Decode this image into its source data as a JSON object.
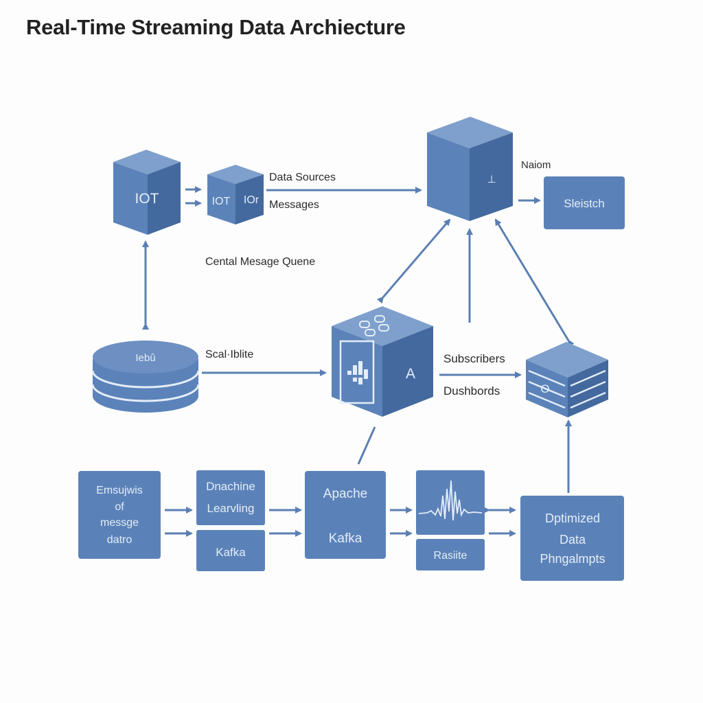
{
  "title": "Real-Time Streaming Data Archiecture",
  "colors": {
    "box": "#5b82b8",
    "box_border": "#4a6fa2",
    "cube_front": "#5b83b9",
    "cube_top": "#7fa0cc",
    "cube_side": "#44699f",
    "arrow": "#5b7fb2",
    "box_text": "#e4edf8",
    "label_text": "#2a2a2a",
    "background": "#fdfdfd"
  },
  "cubes": {
    "iot_large": "IOT",
    "iot_small_left": "IOT",
    "iot_small_right": "IOr",
    "central": "⊥",
    "processor": "A"
  },
  "cylinder": {
    "label": "Iebû"
  },
  "labels": {
    "data_sources": "Data Sources",
    "messages": "Messages",
    "nation": "Naiom",
    "central_queue": "Cental Mesage Quene",
    "scalable": "Scal·Iblite",
    "subscribers": "Subscribers",
    "dashboards": "Dushbords"
  },
  "boxes": {
    "search": "Sleistch",
    "analysis": [
      "Emsujwis",
      "of",
      "messge",
      "datro"
    ],
    "machine": [
      "Dnachine",
      "Learvling"
    ],
    "kafka_small": "Kafka",
    "apache": [
      "Apache",
      "Kafka"
    ],
    "results": "Rasiite",
    "optimized": [
      "Dptimized",
      "Data",
      "Phngalmpts"
    ]
  },
  "server": {
    "glyph": "O"
  },
  "icons": [
    "cube-icon",
    "database-icon",
    "server-rack-icon",
    "grid-chart-icon",
    "waveform-icon"
  ]
}
